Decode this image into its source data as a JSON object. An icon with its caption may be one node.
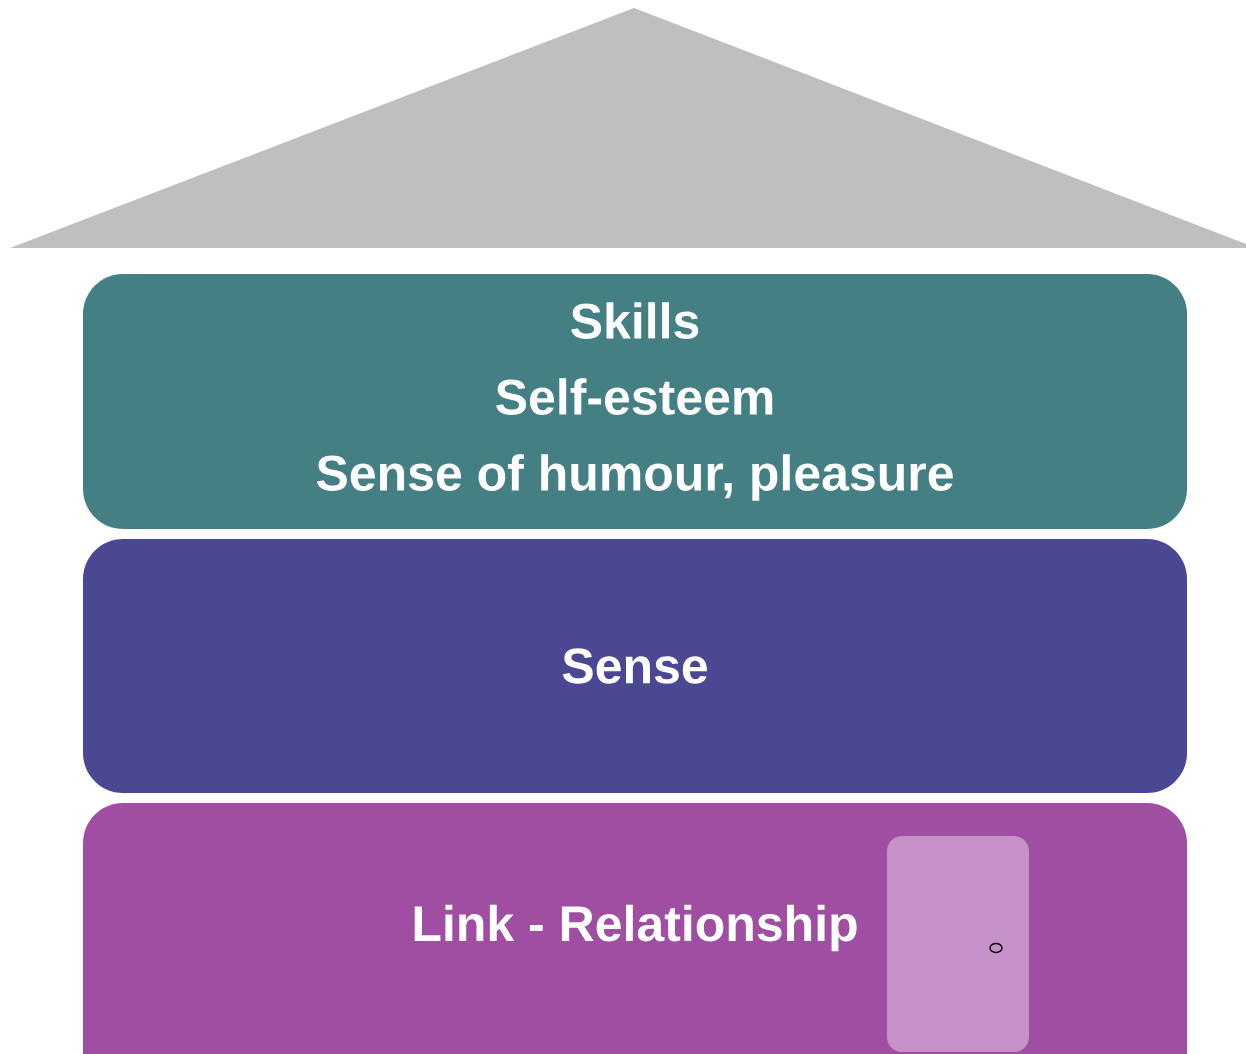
{
  "diagram": {
    "nodes": [
      {
        "text": [],
        "shape": "triangle"
      },
      {
        "text": [
          "Skills",
          "Self-esteem",
          "Sense of humour, pleasure"
        ]
      },
      {
        "text": [
          "Sense"
        ]
      },
      {
        "text": [
          "Link - Relationship"
        ]
      }
    ]
  }
}
